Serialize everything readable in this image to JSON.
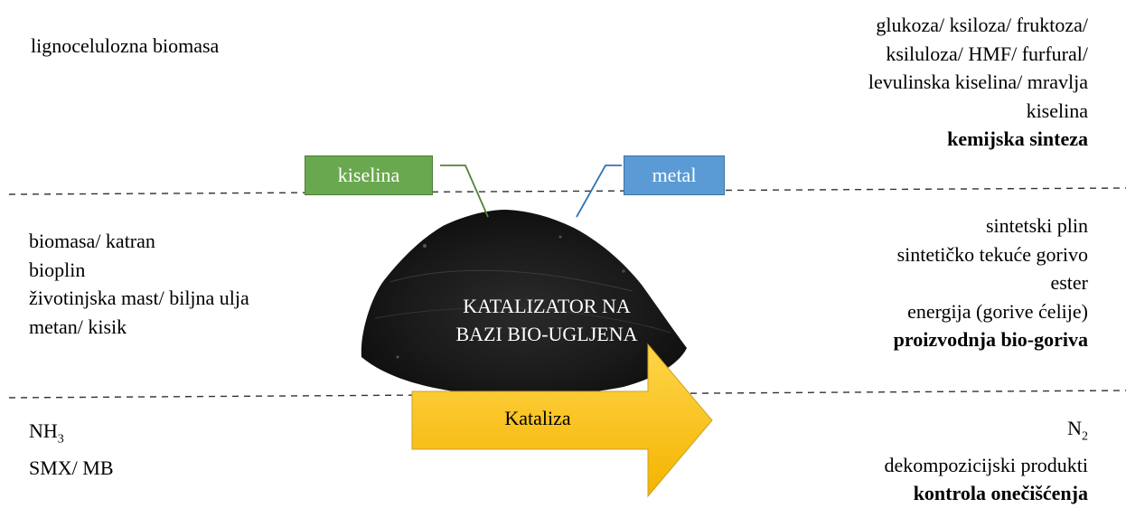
{
  "top_left": {
    "text": "lignocelulozna biomasa"
  },
  "top_right": {
    "lines": [
      "glukoza/ ksiloza/ fruktoza/",
      "ksiluloza/ HMF/ furfural/",
      "levulinska kiselina/ mravlja",
      "kiselina"
    ],
    "heading": "kemijska sinteza"
  },
  "middle_left": {
    "lines": [
      "biomasa/ katran",
      "bioplin",
      "životinjska mast/ biljna ulja",
      "metan/ kisik"
    ]
  },
  "middle_right": {
    "lines": [
      "sintetski plin",
      "sintetičko tekuće gorivo",
      "ester",
      "energija (gorive ćelije)"
    ],
    "heading": "proizvodnja bio-goriva"
  },
  "bottom_left": {
    "line1_main": "NH",
    "line1_sub": "3",
    "line2": "SMX/ MB"
  },
  "bottom_right": {
    "line1_main": "N",
    "line1_sub": "2",
    "line2": "dekompozicijski produkti",
    "heading": "kontrola onečišćenja"
  },
  "acid_box": {
    "label": "kiselina",
    "color": "#6aa84f"
  },
  "metal_box": {
    "label": "metal",
    "color": "#5b9bd5"
  },
  "catalyst": {
    "line1": "KATALIZATOR NA",
    "line2": "BAZI BIO-UGLJENA"
  },
  "arrow": {
    "label": "Kataliza",
    "color": "#ffc000"
  }
}
